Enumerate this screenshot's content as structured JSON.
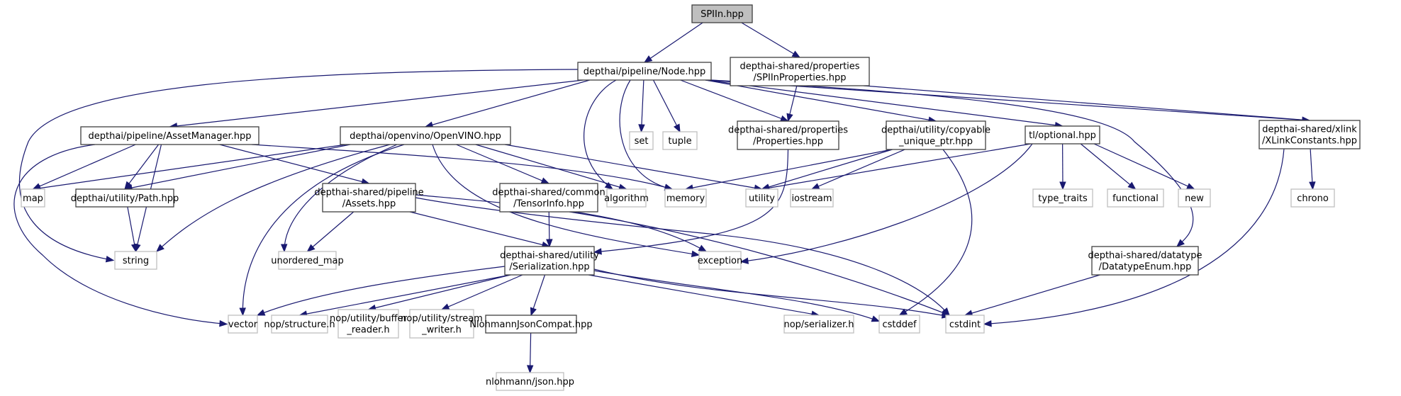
{
  "diagram": {
    "title": "SPIIn.hpp",
    "type": "include-dependency-graph",
    "colors": {
      "edge": "#191970",
      "root_fill": "#bfbfbf",
      "root_stroke": "#404040",
      "documented_stroke": "#404040",
      "external_stroke": "#bfbfbf",
      "text": "#000000"
    },
    "nodes": [
      {
        "id": "spiin",
        "kind": "root",
        "lines": [
          "SPIIn.hpp"
        ]
      },
      {
        "id": "node",
        "kind": "documented",
        "lines": [
          "depthai/pipeline/Node.hpp"
        ]
      },
      {
        "id": "spiinprops",
        "kind": "documented",
        "lines": [
          "depthai-shared/properties",
          "/SPIInProperties.hpp"
        ]
      },
      {
        "id": "assetmgr",
        "kind": "documented",
        "lines": [
          "depthai/pipeline/AssetManager.hpp"
        ]
      },
      {
        "id": "openvino",
        "kind": "documented",
        "lines": [
          "depthai/openvino/OpenVINO.hpp"
        ]
      },
      {
        "id": "set",
        "kind": "external",
        "lines": [
          "set"
        ]
      },
      {
        "id": "tuple",
        "kind": "external",
        "lines": [
          "tuple"
        ]
      },
      {
        "id": "properties",
        "kind": "documented",
        "lines": [
          "depthai-shared/properties",
          "/Properties.hpp"
        ]
      },
      {
        "id": "copyable",
        "kind": "documented",
        "lines": [
          "depthai/utility/copyable",
          "_unique_ptr.hpp"
        ]
      },
      {
        "id": "optional",
        "kind": "documented",
        "lines": [
          "tl/optional.hpp"
        ]
      },
      {
        "id": "xlink",
        "kind": "documented",
        "lines": [
          "depthai-shared/xlink",
          "/XLinkConstants.hpp"
        ]
      },
      {
        "id": "map",
        "kind": "external",
        "lines": [
          "map"
        ]
      },
      {
        "id": "path",
        "kind": "documented",
        "lines": [
          "depthai/utility/Path.hpp"
        ]
      },
      {
        "id": "assets",
        "kind": "documented",
        "lines": [
          "depthai-shared/pipeline",
          "/Assets.hpp"
        ]
      },
      {
        "id": "tensorinfo",
        "kind": "documented",
        "lines": [
          "depthai-shared/common",
          "/TensorInfo.hpp"
        ]
      },
      {
        "id": "algorithm",
        "kind": "external",
        "lines": [
          "algorithm"
        ]
      },
      {
        "id": "memory",
        "kind": "external",
        "lines": [
          "memory"
        ]
      },
      {
        "id": "utility",
        "kind": "external",
        "lines": [
          "utility"
        ]
      },
      {
        "id": "iostream",
        "kind": "external",
        "lines": [
          "iostream"
        ]
      },
      {
        "id": "type_traits",
        "kind": "external",
        "lines": [
          "type_traits"
        ]
      },
      {
        "id": "functional",
        "kind": "external",
        "lines": [
          "functional"
        ]
      },
      {
        "id": "new",
        "kind": "external",
        "lines": [
          "new"
        ]
      },
      {
        "id": "chrono",
        "kind": "external",
        "lines": [
          "chrono"
        ]
      },
      {
        "id": "string",
        "kind": "external",
        "lines": [
          "string"
        ]
      },
      {
        "id": "unordered_map",
        "kind": "external",
        "lines": [
          "unordered_map"
        ]
      },
      {
        "id": "serialization",
        "kind": "documented",
        "lines": [
          "depthai-shared/utility",
          "/Serialization.hpp"
        ]
      },
      {
        "id": "exception",
        "kind": "external",
        "lines": [
          "exception"
        ]
      },
      {
        "id": "datatypeenum",
        "kind": "documented",
        "lines": [
          "depthai-shared/datatype",
          "/DatatypeEnum.hpp"
        ]
      },
      {
        "id": "vector",
        "kind": "external",
        "lines": [
          "vector"
        ]
      },
      {
        "id": "nop_structure",
        "kind": "external",
        "lines": [
          "nop/structure.h"
        ]
      },
      {
        "id": "nop_buffer_reader",
        "kind": "external",
        "lines": [
          "nop/utility/buffer",
          "_reader.h"
        ]
      },
      {
        "id": "nop_stream_writer",
        "kind": "external",
        "lines": [
          "nop/utility/stream",
          "_writer.h"
        ]
      },
      {
        "id": "nlohmanncompat",
        "kind": "documented",
        "lines": [
          "NlohmannJsonCompat.hpp"
        ]
      },
      {
        "id": "nop_serializer",
        "kind": "external",
        "lines": [
          "nop/serializer.h"
        ]
      },
      {
        "id": "cstddef",
        "kind": "external",
        "lines": [
          "cstddef"
        ]
      },
      {
        "id": "cstdint",
        "kind": "external",
        "lines": [
          "cstdint"
        ]
      },
      {
        "id": "nlohmann_json",
        "kind": "external",
        "lines": [
          "nlohmann/json.hpp"
        ]
      }
    ],
    "edges": [
      [
        "spiin",
        "node"
      ],
      [
        "spiin",
        "spiinprops"
      ],
      [
        "node",
        "assetmgr"
      ],
      [
        "node",
        "openvino"
      ],
      [
        "node",
        "set"
      ],
      [
        "node",
        "tuple"
      ],
      [
        "node",
        "properties"
      ],
      [
        "node",
        "copyable"
      ],
      [
        "node",
        "optional"
      ],
      [
        "node",
        "xlink"
      ],
      [
        "node",
        "string"
      ],
      [
        "node",
        "algorithm"
      ],
      [
        "node",
        "memory"
      ],
      [
        "node",
        "datatypeenum"
      ],
      [
        "spiinprops",
        "properties"
      ],
      [
        "spiinprops",
        "xlink"
      ],
      [
        "assetmgr",
        "map"
      ],
      [
        "assetmgr",
        "path"
      ],
      [
        "assetmgr",
        "assets"
      ],
      [
        "assetmgr",
        "memory"
      ],
      [
        "assetmgr",
        "string"
      ],
      [
        "assetmgr",
        "vector"
      ],
      [
        "openvino",
        "map"
      ],
      [
        "openvino",
        "path"
      ],
      [
        "openvino",
        "tensorinfo"
      ],
      [
        "openvino",
        "algorithm"
      ],
      [
        "openvino",
        "utility"
      ],
      [
        "openvino",
        "string"
      ],
      [
        "openvino",
        "unordered_map"
      ],
      [
        "openvino",
        "vector"
      ],
      [
        "openvino",
        "exception"
      ],
      [
        "properties",
        "serialization"
      ],
      [
        "copyable",
        "memory"
      ],
      [
        "copyable",
        "utility"
      ],
      [
        "copyable",
        "iostream"
      ],
      [
        "copyable",
        "cstddef"
      ],
      [
        "optional",
        "utility"
      ],
      [
        "optional",
        "type_traits"
      ],
      [
        "optional",
        "functional"
      ],
      [
        "optional",
        "new"
      ],
      [
        "optional",
        "exception"
      ],
      [
        "xlink",
        "chrono"
      ],
      [
        "xlink",
        "cstdint"
      ],
      [
        "path",
        "string"
      ],
      [
        "assets",
        "unordered_map"
      ],
      [
        "assets",
        "serialization"
      ],
      [
        "assets",
        "exception"
      ],
      [
        "assets",
        "cstdint"
      ],
      [
        "tensorinfo",
        "serialization"
      ],
      [
        "tensorinfo",
        "cstdint"
      ],
      [
        "serialization",
        "vector"
      ],
      [
        "serialization",
        "nop_structure"
      ],
      [
        "serialization",
        "nop_buffer_reader"
      ],
      [
        "serialization",
        "nop_stream_writer"
      ],
      [
        "serialization",
        "nlohmanncompat"
      ],
      [
        "serialization",
        "nop_serializer"
      ],
      [
        "serialization",
        "cstddef"
      ],
      [
        "serialization",
        "cstdint"
      ],
      [
        "datatypeenum",
        "cstdint"
      ],
      [
        "nlohmanncompat",
        "nlohmann_json"
      ]
    ]
  }
}
